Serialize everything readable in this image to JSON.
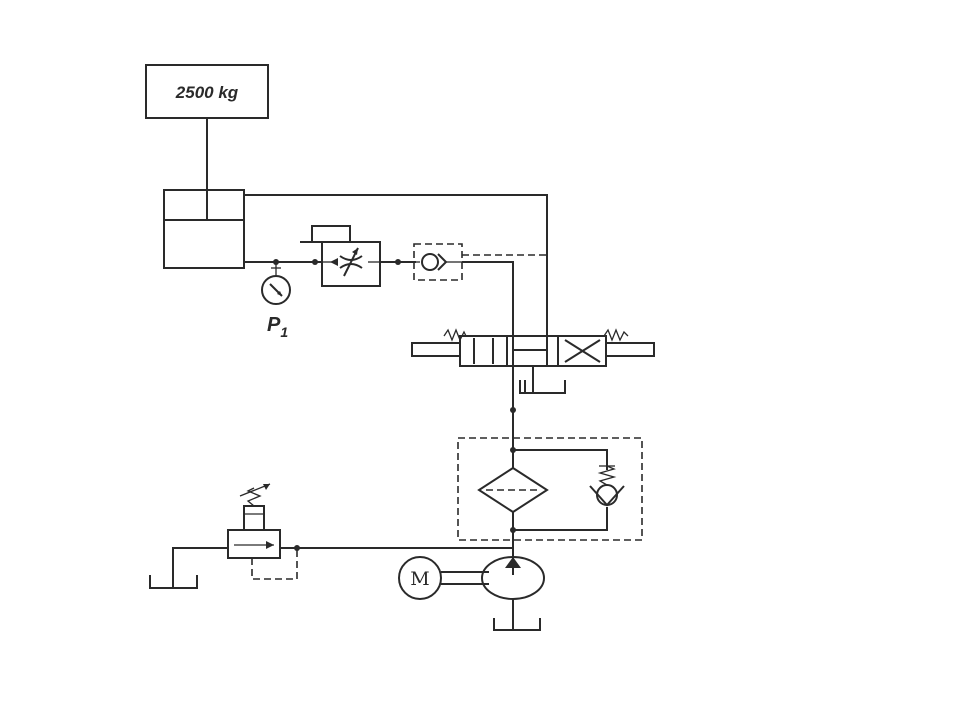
{
  "load": {
    "label": "2500 kg"
  },
  "gauge": {
    "label": "P",
    "subscript": "1"
  },
  "motor": {
    "label": "M"
  }
}
